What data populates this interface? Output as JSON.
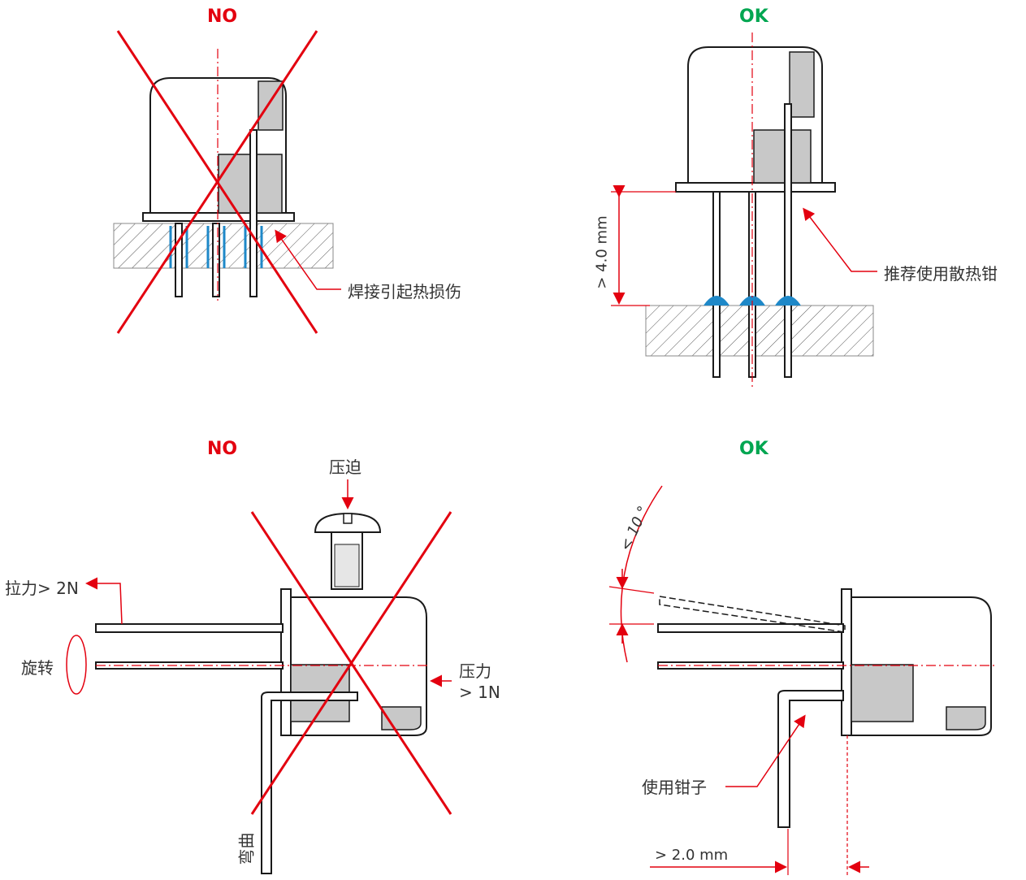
{
  "colors": {
    "no": "#e3000f",
    "ok": "#00a651",
    "line": "#1a1a1a",
    "fill_gray": "#c8c8c8",
    "solder_blue": "#1e88c8",
    "hatch": "#555555",
    "annotation_red": "#e3000f"
  },
  "panels": {
    "top_left": {
      "verdict": "NO",
      "note": "焊接引起热损伤"
    },
    "top_right": {
      "verdict": "OK",
      "note": "推荐使用散热钳",
      "dimension": "> 4.0 mm"
    },
    "bottom_left": {
      "verdict": "NO",
      "press_label": "压迫",
      "pull_label": "拉力> 2N",
      "rotate_label": "旋转",
      "pressure_label_1": "压力",
      "pressure_label_2": "> 1N",
      "bend_label": "弯曲"
    },
    "bottom_right": {
      "verdict": "OK",
      "angle_label": "< 10 °",
      "tool_label": "使用钳子",
      "dimension": "> 2.0 mm"
    }
  }
}
